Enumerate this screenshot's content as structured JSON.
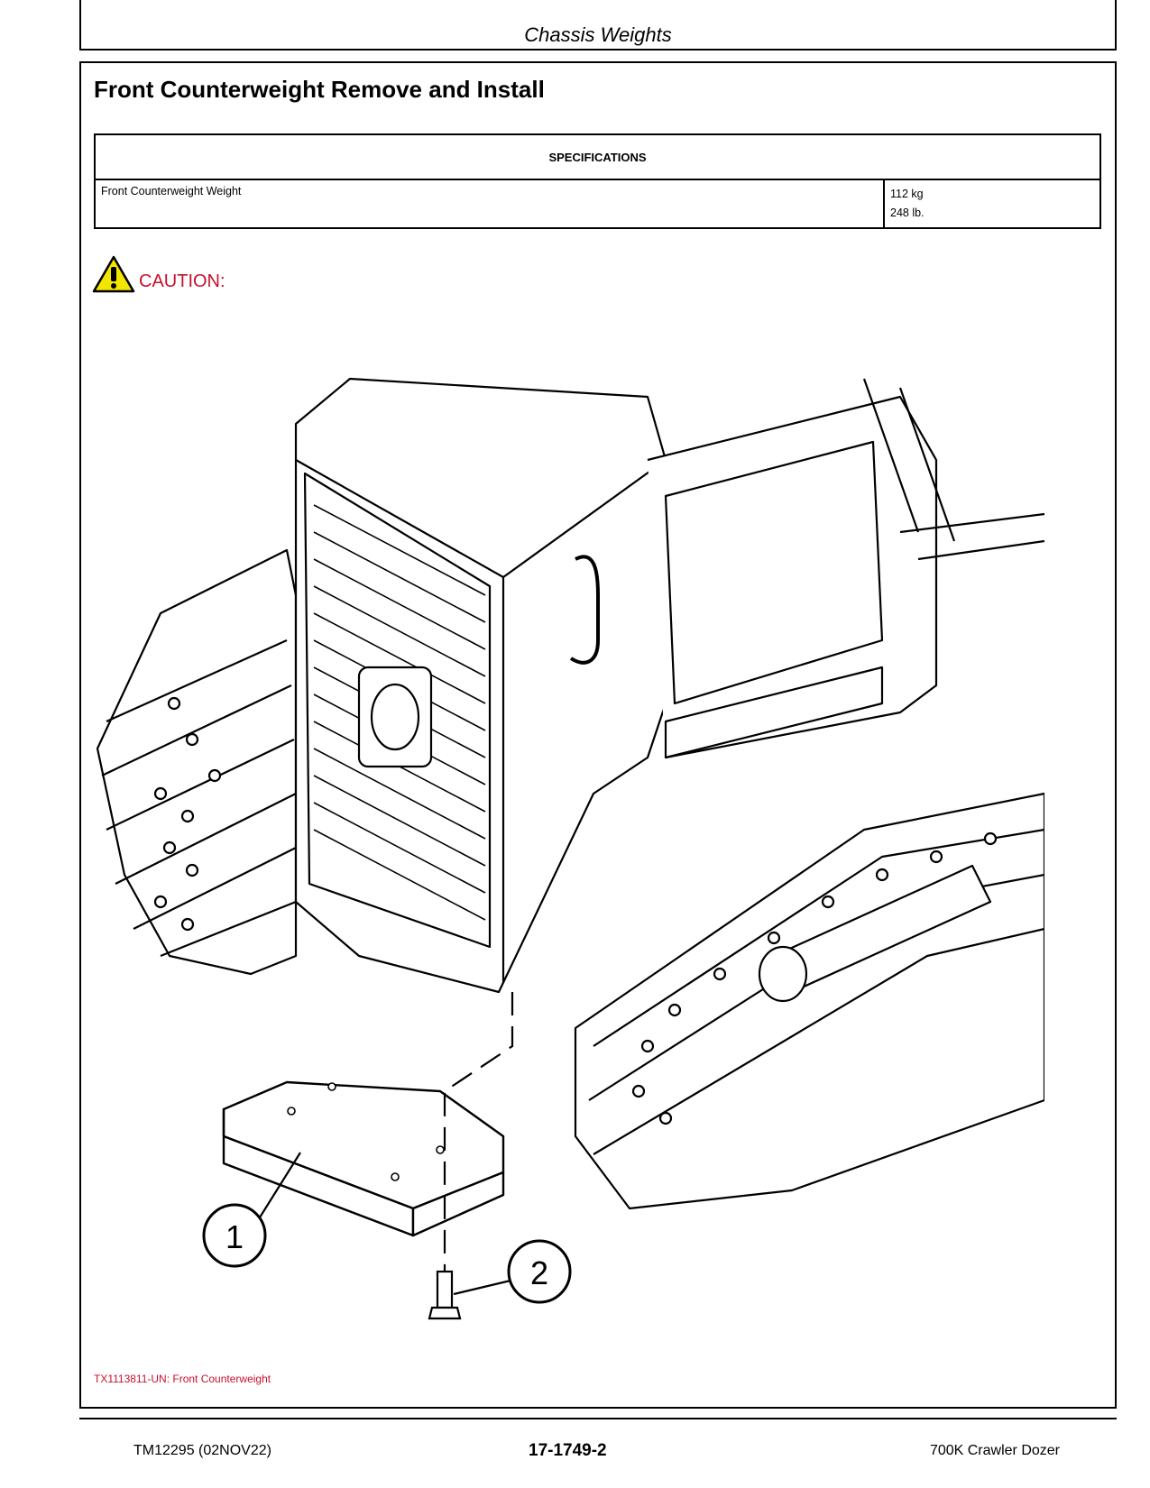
{
  "header": {
    "title": "Chassis Weights"
  },
  "section": {
    "title": "Front Counterweight Remove and Install"
  },
  "specifications": {
    "heading": "SPECIFICATIONS",
    "rows": [
      {
        "label": "Front Counterweight Weight",
        "value_metric": "112 kg",
        "value_imperial": "248 lb."
      }
    ]
  },
  "caution": {
    "label": "CAUTION:",
    "icon": "warning-triangle-icon",
    "color": "#c8102e"
  },
  "figure": {
    "callouts": [
      "1",
      "2"
    ],
    "caption": "TX1113811-UN: Front Counterweight"
  },
  "footer": {
    "left": "TM12295 (02NOV22)",
    "center": "17-1749-2",
    "right": "700K Crawler Dozer"
  }
}
